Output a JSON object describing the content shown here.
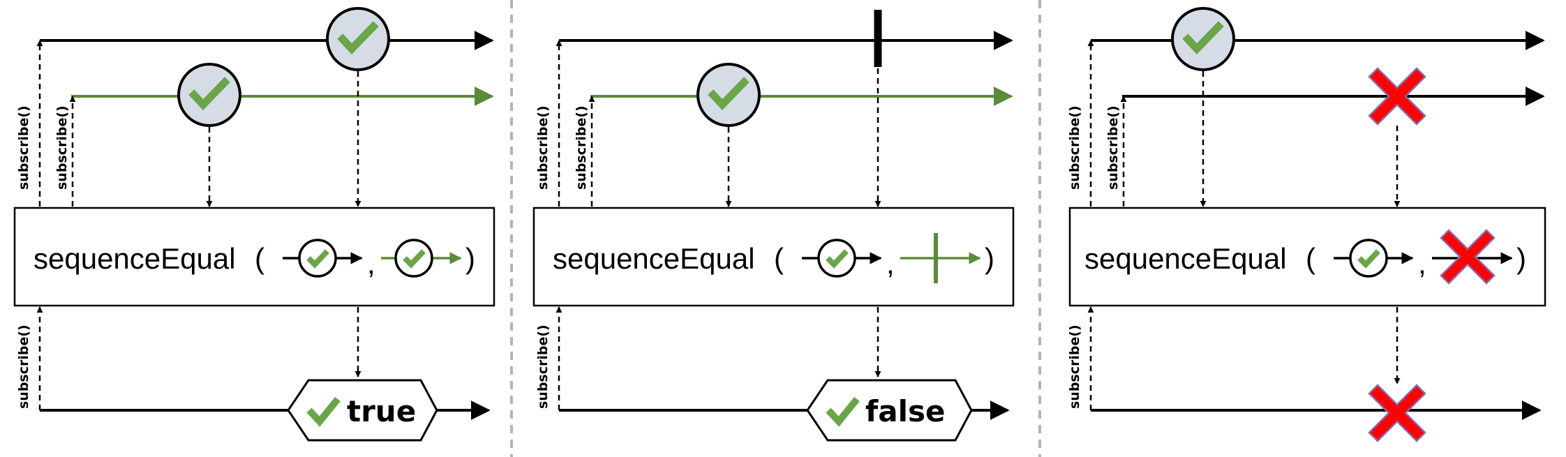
{
  "colors": {
    "line": "#000000",
    "green": "#5a8a3a",
    "check": "#6aa548",
    "marble_fill": "#d6dce6",
    "cross_fill": "#ff0000",
    "cross_stroke": "#8a6aa8",
    "divider": "#b4b4b4"
  },
  "labels": {
    "subscribe": "subscribe()"
  },
  "panels": [
    {
      "operator_name": "sequenceEqual",
      "open_paren": "(",
      "comma": ",",
      "close_paren": ")",
      "source1": "check marble on black line",
      "source2": "check marble on green line",
      "result": "true"
    },
    {
      "operator_name": "sequenceEqual",
      "open_paren": "(",
      "comma": ",",
      "close_paren": ")",
      "source1": "check marble on black line",
      "source2": "completion on green line",
      "result": "false"
    },
    {
      "operator_name": "sequenceEqual",
      "open_paren": "(",
      "comma": ",",
      "close_paren": ")",
      "source1": "check marble on black line",
      "source2": "error on black line",
      "result": "error"
    }
  ]
}
